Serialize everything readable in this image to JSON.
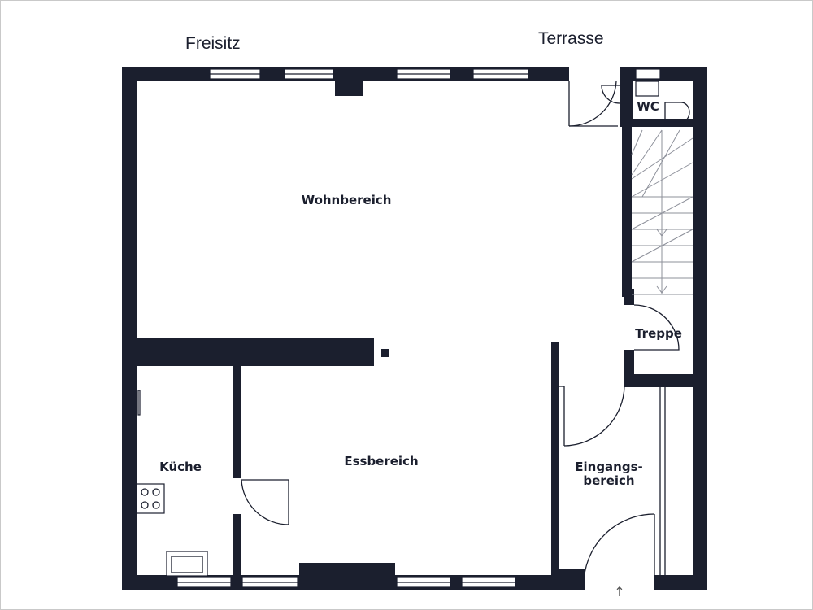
{
  "floorplan": {
    "outside_labels": {
      "freisitz": "Freisitz",
      "terrasse": "Terrasse"
    },
    "rooms": {
      "wohnbereich": "Wohnbereich",
      "essbereich": "Essbereich",
      "kueche": "Küche",
      "wc": "WC",
      "treppe": "Treppe",
      "eingang_line1": "Eingangs-",
      "eingang_line2": "bereich"
    },
    "entrance_marker": "↑",
    "colors": {
      "wall": "#1b1f2e",
      "background": "#ffffff",
      "frame": "#c9c9c9"
    }
  }
}
